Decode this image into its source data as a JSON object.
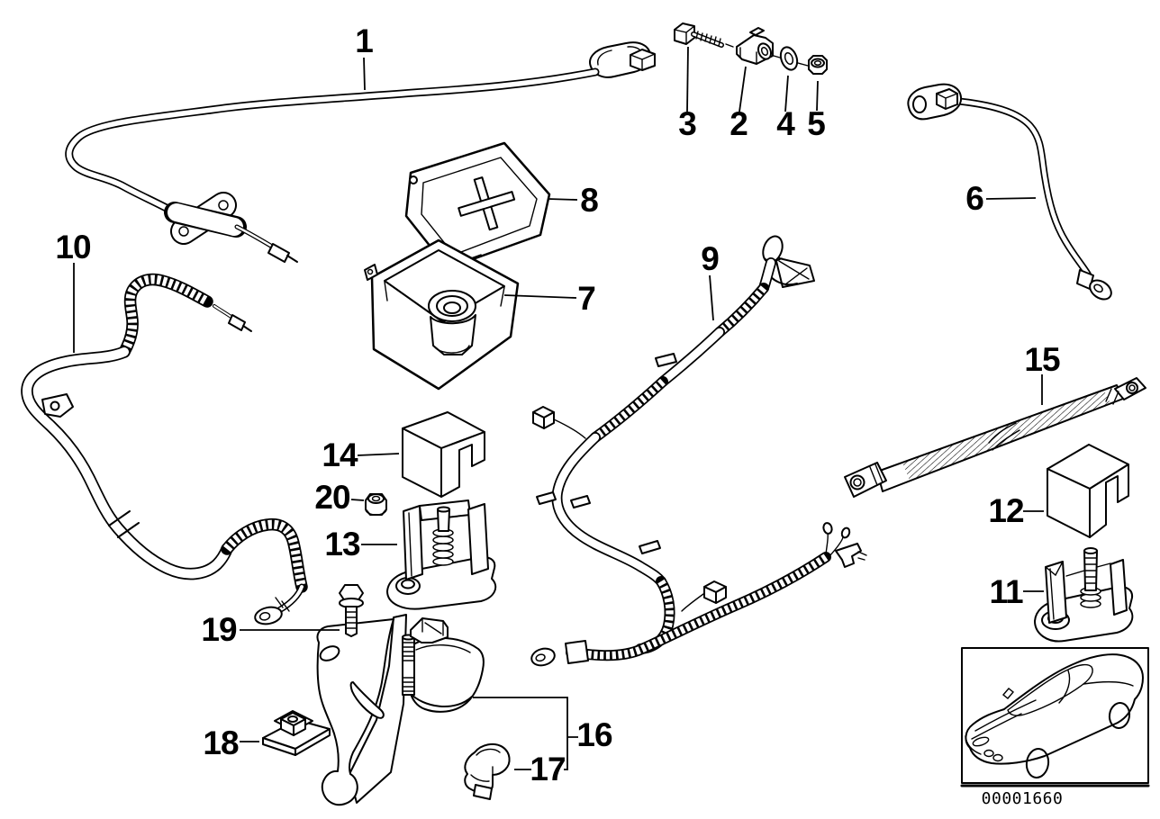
{
  "diagram": {
    "code": "00001660",
    "background_color": "#ffffff",
    "line_color": "#000000",
    "car_thumbnail_icon": "car-icon",
    "callouts": {
      "p1": "1",
      "p2": "2",
      "p3": "3",
      "p4": "4",
      "p5": "5",
      "p6": "6",
      "p7": "7",
      "p8": "8",
      "p9": "9",
      "p10": "10",
      "p11": "11",
      "p12": "12",
      "p13": "13",
      "p14": "14",
      "p15": "15",
      "p16": "16",
      "p17": "17",
      "p18": "18",
      "p19": "19",
      "p20": "20"
    }
  }
}
